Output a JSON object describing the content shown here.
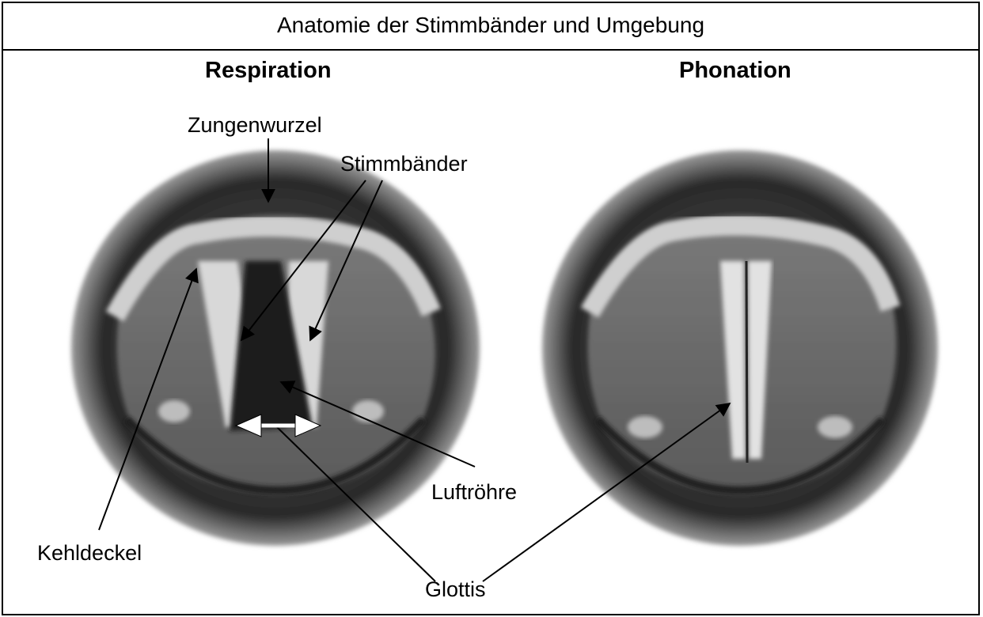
{
  "title": "Anatomie der Stimmbänder und Umgebung",
  "panels": {
    "left": {
      "title": "Respiration"
    },
    "right": {
      "title": "Phonation"
    }
  },
  "labels": {
    "zungenwurzel": "Zungenwurzel",
    "stimmbaender": "Stimmbänder",
    "luftroehre": "Luftröhre",
    "kehldeckel": "Kehldeckel",
    "glottis": "Glottis"
  }
}
